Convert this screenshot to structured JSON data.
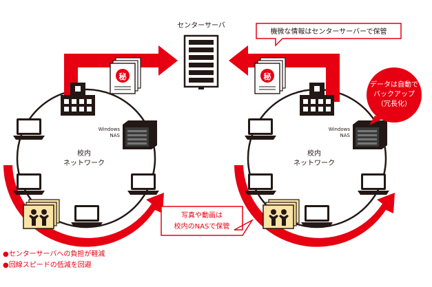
{
  "server_label": "センターサーバ",
  "callout_top_right": "機微な情報はセンターサーバーで保管",
  "callout_backup_line1": "データは自動で",
  "callout_backup_line2": "バックアップ",
  "callout_backup_line3": "（冗長化）",
  "callout_photo_line1": "写真や動画は",
  "callout_photo_line2": "校内のNASで保管",
  "left_network": {
    "network_line1": "校内",
    "network_line2": "ネットワーク",
    "nas_line1": "Windows",
    "nas_line2": "NAS",
    "doc_stamp": "秘"
  },
  "right_network": {
    "network_line1": "校内",
    "network_line2": "ネットワーク",
    "nas_line1": "Windows",
    "nas_line2": "NAS",
    "doc_stamp": "秘"
  },
  "benefits": [
    "●センターサーバへの負担が軽減",
    "●回線スピードの低減を回避"
  ],
  "colors": {
    "accent_red": "#e60012",
    "dark": "#231815",
    "photo_bg": "#fbe3a6"
  },
  "icons": [
    "server-icon",
    "school-building-icon",
    "laptop-icon",
    "nas-icon",
    "confidential-document-icon",
    "photo-icon"
  ]
}
